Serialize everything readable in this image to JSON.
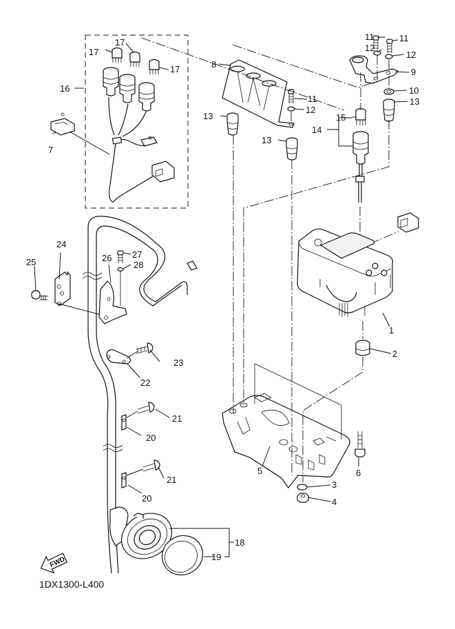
{
  "diagram": {
    "title": "Meter / Speedometer assembly exploded parts diagram",
    "code": "1DX1300-L400",
    "fwd_label": "FWD",
    "colors": {
      "ink": "#111111",
      "background": "#ffffff"
    },
    "callouts": {
      "p1": "1",
      "p2": "2",
      "p3": "3",
      "p4": "4",
      "p5": "5",
      "p6": "6",
      "p7": "7",
      "p8": "8",
      "p9": "9",
      "p10": "10",
      "p11a": "11",
      "p11b": "11",
      "p11c": "11",
      "p12a": "12",
      "p12b": "12",
      "p12c": "12",
      "p13a": "13",
      "p13b": "13",
      "p13c": "13",
      "p14": "14",
      "p15": "15",
      "p16": "16",
      "p17a": "17",
      "p17b": "17",
      "p17c": "17",
      "p18": "18",
      "p19": "19",
      "p20a": "20",
      "p20b": "20",
      "p21a": "21",
      "p21b": "21",
      "p22": "22",
      "p23": "23",
      "p24": "24",
      "p25": "25",
      "p26": "26",
      "p27": "27",
      "p28": "28"
    }
  }
}
